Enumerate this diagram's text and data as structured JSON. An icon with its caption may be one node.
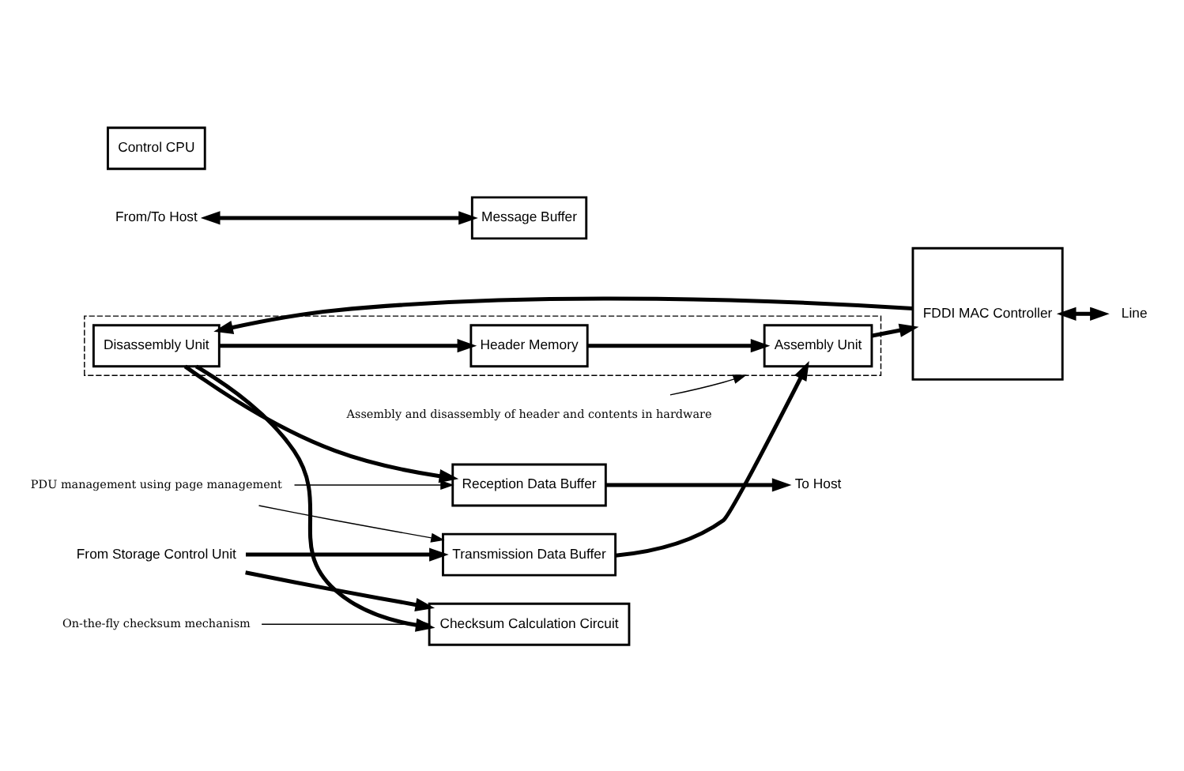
{
  "diagram": {
    "nodes": [
      {
        "text": [
          "From Storage Control Unit"
        ]
      },
      {
        "text": [
          "Transmission Data Buffer"
        ]
      },
      {
        "text": [
          "Checksum Calculation Circuit"
        ]
      },
      {
        "text": [
          "On-the-fly checksum mechanism"
        ]
      },
      {
        "text": [
          "PDU management using page management"
        ]
      },
      {
        "text": [],
        "shape": "box"
      },
      {
        "text": [
          "Assembly and disassembly of header and contents in hardware"
        ]
      },
      {
        "text": [
          "Assembly Unit"
        ],
        "in": 5
      },
      {
        "text": [
          "Header Memory"
        ],
        "in": 5
      },
      {
        "text": [
          "Disassembly Unit"
        ],
        "in": 5
      },
      {
        "text": [
          "FDDI MAC Controller"
        ]
      },
      {
        "text": [
          "Line"
        ]
      },
      {
        "text": [
          "To Host"
        ]
      },
      {
        "text": [
          "Reception Data Buffer"
        ]
      },
      {
        "text": [
          "From/To Host"
        ]
      },
      {
        "text": [
          "Message Buffer"
        ]
      },
      {
        "text": [
          "Control CPU"
        ]
      }
    ],
    "edges": [
      {
        "from": 0,
        "to": 1,
        "arrow": "to"
      },
      {
        "from": 0,
        "to": 2,
        "arrow": "to"
      },
      {
        "from": 3,
        "to": 2,
        "arrow": "to"
      },
      {
        "from": 4,
        "to": 1,
        "arrow": "to"
      },
      {
        "from": 4,
        "to": 13,
        "arrow": "to"
      },
      {
        "from": 1,
        "to": 7,
        "arrow": "to"
      },
      {
        "from": 6,
        "to": 5,
        "arrow": "to"
      },
      {
        "from": 8,
        "to": 7,
        "arrow": "to"
      },
      {
        "from": 9,
        "to": 8,
        "arrow": "to"
      },
      {
        "from": 7,
        "to": 10,
        "arrow": "to"
      },
      {
        "from": 10,
        "to": 11,
        "arrow": "both"
      },
      {
        "from": 10,
        "to": 9,
        "arrow": "to"
      },
      {
        "from": 9,
        "to": 13,
        "arrow": "to"
      },
      {
        "from": 9,
        "to": 2,
        "arrow": "to"
      },
      {
        "from": 13,
        "to": 12,
        "arrow": "to"
      },
      {
        "from": 14,
        "to": 15,
        "arrow": "both"
      }
    ]
  }
}
